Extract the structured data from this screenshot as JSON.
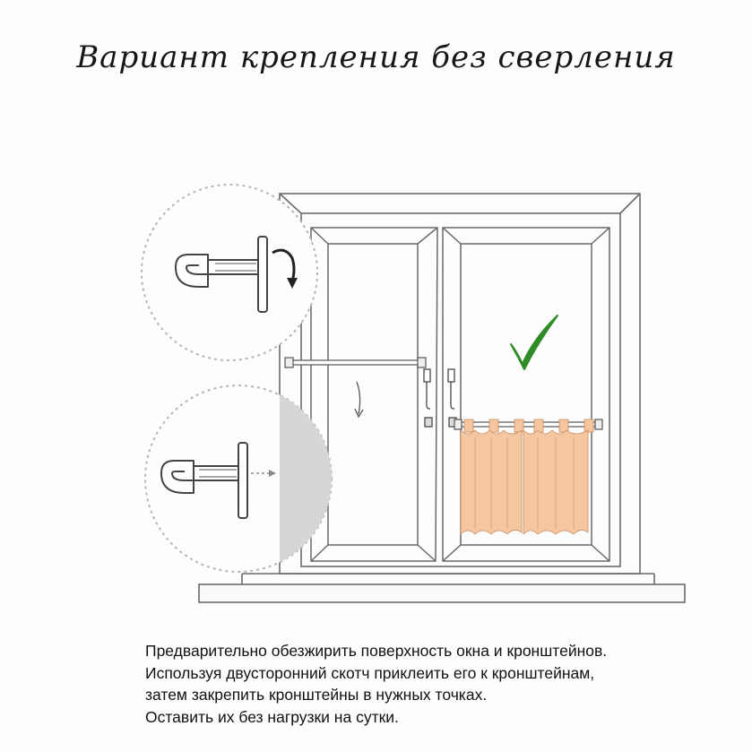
{
  "title": "Вариант крепления без сверления",
  "instructions": [
    "Предварительно обезжирить поверхность окна и кронштейнов.",
    "Используя двусторонний скотч приклеить его к кронштейнам,",
    "затем закрепить кронштейны в нужных точках.",
    "Оставить их без нагрузки на сутки."
  ],
  "colors": {
    "line": "#555555",
    "frame_line": "#6a6a6a",
    "curtain": "#f4c7a1",
    "curtain_fold": "#e8b48a",
    "check": "#2e8b25",
    "surface": "#d6d6d6",
    "circle_border": "#b5b5b5"
  },
  "icons": [
    "bracket-icon",
    "rotate-arrow-icon",
    "down-arrow-icon",
    "check-mark-icon",
    "dashed-arrow-icon"
  ]
}
